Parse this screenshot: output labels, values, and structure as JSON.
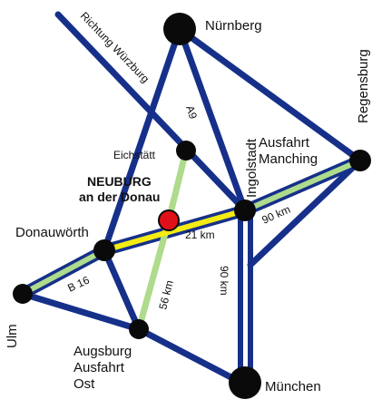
{
  "colors": {
    "road": "#16308a",
    "green": "#aedb8c",
    "yellow": "#f4ec12",
    "node": "#0a0a0a",
    "highlight": "#e0101a",
    "background": "#ffffff"
  },
  "cities": {
    "nurnberg": "Nürnberg",
    "regensburg": "Regensburg",
    "eichstatt": "Eichstätt",
    "ingolstadt": "Ingolstadt",
    "manching": "Ausfahrt\nManching",
    "neuburg_line1": "NEUBURG",
    "neuburg_line2": "an der Donau",
    "donauworth": "Donauwörth",
    "ulm": "Ulm",
    "augsburg": "Augsburg\nAusfahrt\nOst",
    "munchen": "München"
  },
  "roads": {
    "wurzburg": "Richtung Würzburg",
    "a9": "A9",
    "b16": "B 16"
  },
  "distances": {
    "to_ingolstadt": "21 km",
    "to_augsburg": "56 km",
    "to_regensburg": "90 km",
    "to_munchen": "90 km"
  }
}
